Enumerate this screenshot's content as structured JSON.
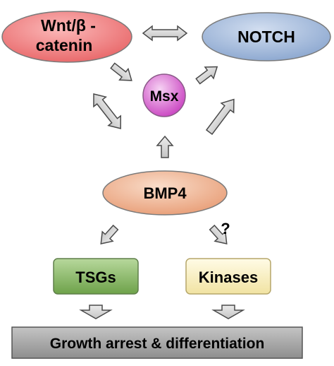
{
  "nodes": {
    "wnt": {
      "line1": "Wnt/β -",
      "line2": "catenin"
    },
    "notch": {
      "label": "NOTCH"
    },
    "msx": {
      "label": "Msx"
    },
    "bmp4": {
      "label": "BMP4"
    },
    "tsgs": {
      "label": "TSGs"
    },
    "kinases": {
      "label": "Kinases"
    },
    "outcome": {
      "label": "Growth arrest & differentiation"
    }
  },
  "annotations": {
    "uncertain_link": "?"
  },
  "colors": {
    "wnt_fill": "#f07f80",
    "notch_fill": "#9fb6d8",
    "msx_fill": "#dd74d6",
    "bmp4_fill": "#eeb190",
    "tsgs_fill": "#8fbc6e",
    "kinases_fill": "#f9f1c4",
    "outcome_fill": "#a2a2a2",
    "arrow_fill": "#d6d6d6"
  }
}
